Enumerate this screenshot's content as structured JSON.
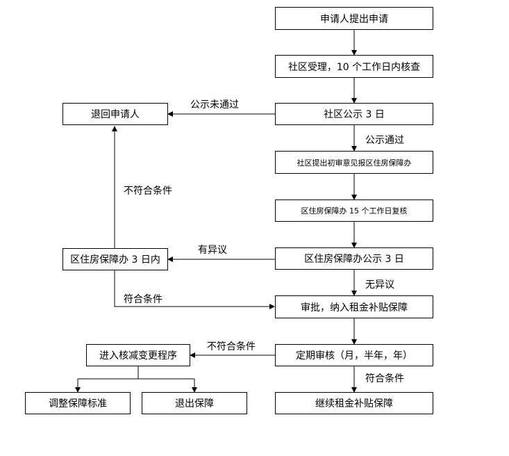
{
  "boxes": {
    "apply": "申请人提出申请",
    "accept": "社区受理，10 个工作日内核查",
    "publicity": "社区公示 3 日",
    "return": "退回申请人",
    "initial_opinion": "社区提出初审意见报区住房保障办",
    "district_review": "区住房保障办 15 个工作日复核",
    "district_publicity": "区住房保障办公示 3 日",
    "district_within": "区住房保障办 3 日内",
    "approve": "审批，纳入租金补贴保障",
    "regular_review": "定期审核（月，半年，年）",
    "change_procedure": "进入核减变更程序",
    "adjust_standard": "调整保障标准",
    "exit": "退出保障",
    "continue": "继续租金补贴保障"
  },
  "labels": {
    "publicity_fail": "公示未通过",
    "publicity_pass": "公示通过",
    "not_qualified_1": "不符合条件",
    "objection": "有异议",
    "no_objection": "无异议",
    "qualified_1": "符合条件",
    "not_qualified_2": "不符合条件",
    "qualified_2": "符合条件"
  }
}
